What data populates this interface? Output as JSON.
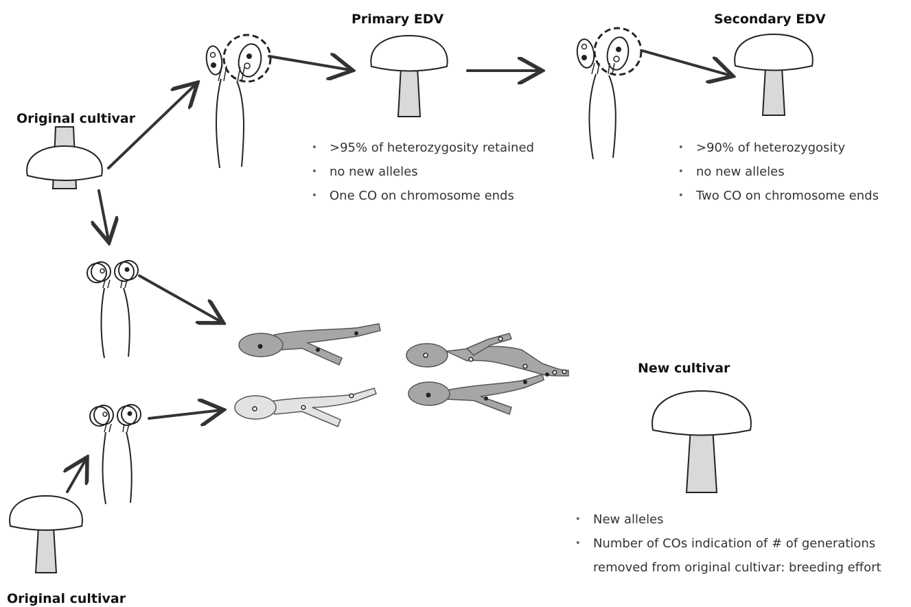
{
  "labels": {
    "original_top": "Original cultivar",
    "original_bottom": "Original cultivar",
    "primary": "Primary EDV",
    "secondary": "Secondary EDV",
    "new": "New cultivar"
  },
  "primary_bullets": [
    ">95% of heterozygosity retained",
    "no new alleles",
    "One CO on chromosome ends"
  ],
  "secondary_bullets": [
    ">90% of heterozygosity",
    "no new alleles",
    "Two CO on chromosome ends"
  ],
  "new_bullets": [
    "New alleles",
    "Number of COs indication of # of generations",
    "removed from original cultivar: breeding effort"
  ],
  "colors": {
    "stipe": "#d9d9d9",
    "spore_dark": "#a6a6a6",
    "spore_light": "#e2e2e2",
    "arrow": "#333333"
  }
}
